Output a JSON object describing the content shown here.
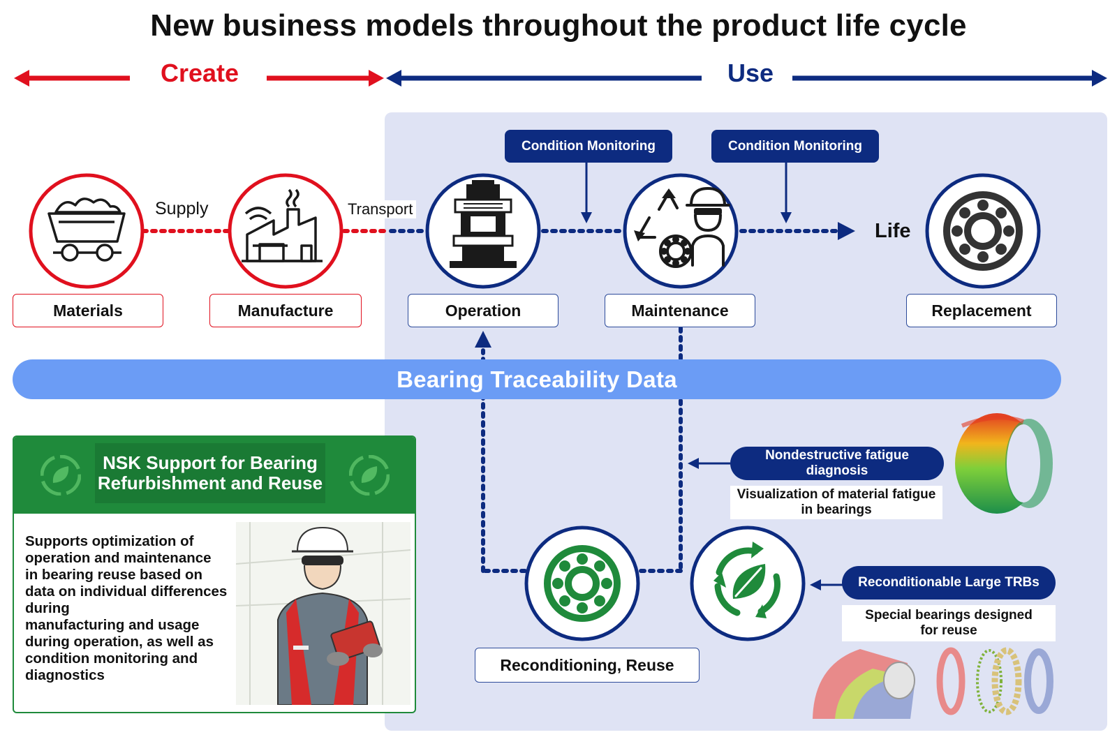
{
  "title": "New business models throughout the product life cycle",
  "phases": {
    "create": "Create",
    "use": "Use"
  },
  "colors": {
    "create": "#e0101e",
    "use": "#0d2b80",
    "trace_bar": "#6b9cf5",
    "reuse_green": "#1f8a3b",
    "use_panel": "#dfe3f4"
  },
  "stages": {
    "materials": {
      "label": "Materials",
      "icon": "mining-cart-icon"
    },
    "manufacture": {
      "label": "Manufacture",
      "icon": "factory-icon"
    },
    "operation": {
      "label": "Operation",
      "icon": "steel-mill-machine-icon"
    },
    "maintenance": {
      "label": "Maintenance",
      "icon": "maintenance-worker-icon"
    },
    "replacement": {
      "label": "Replacement",
      "icon": "bearing-icon"
    },
    "recondition": {
      "label": "Reconditioning, Reuse",
      "icon": "green-bearing-icon"
    }
  },
  "flow_labels": {
    "supply": "Supply",
    "transport": "Transport",
    "life": "Life"
  },
  "condition_monitoring": [
    "Condition Monitoring",
    "Condition Monitoring"
  ],
  "traceability": "Bearing Traceability Data",
  "nsk": {
    "title": "NSK Support for Bearing Refurbishment and Reuse",
    "description": "Supports optimization of\noperation and maintenance\nin bearing reuse based on\ndata on individual differences\nduring\nmanufacturing and usage\nduring operation, as well as\ncondition monitoring and\ndiagnostics"
  },
  "nondestructive": {
    "label": "Nondestructive fatigue diagnosis",
    "note": "Visualization of material fatigue in bearings"
  },
  "large_trbs": {
    "label": "Reconditionable Large TRBs",
    "note": "Special bearings designed for reuse"
  },
  "icons": {
    "recycle": "recycle-leaf-icon",
    "fatigue_ring": "fatigue-heatmap-ring-icon",
    "trb_parts": "tapered-roller-bearing-parts-icon"
  }
}
